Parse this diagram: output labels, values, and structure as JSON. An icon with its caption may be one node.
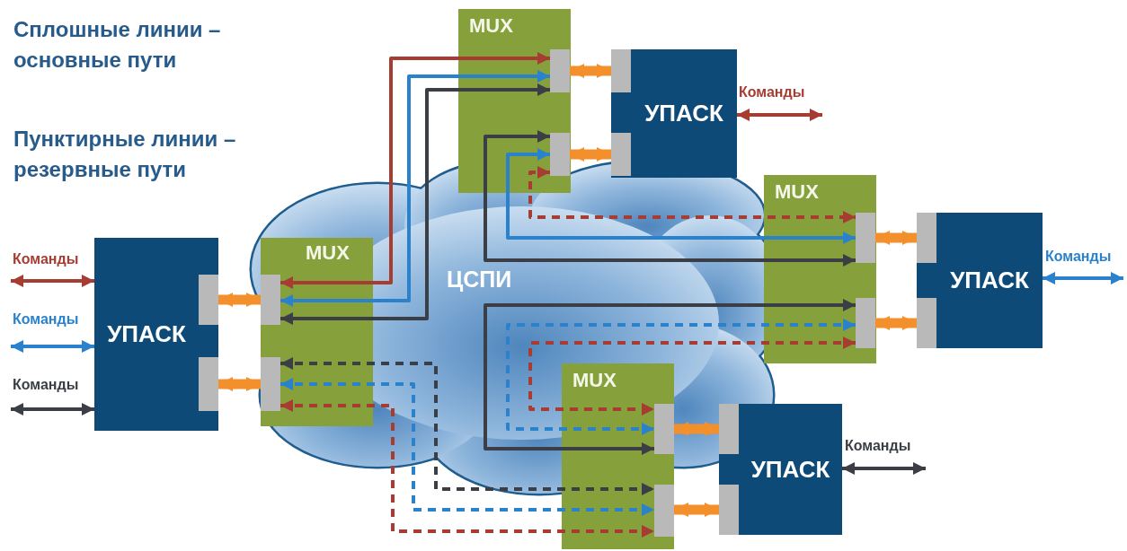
{
  "diagram": {
    "nodes": [
      {
        "text": [
          "MUX"
        ]
      },
      {
        "text": [],
        "shape": "box",
        "in": 0
      },
      {
        "text": [],
        "shape": "box",
        "in": 0
      },
      {
        "text": [
          "УПАСК"
        ]
      },
      {
        "text": [],
        "shape": "box",
        "in": 3
      },
      {
        "text": [],
        "shape": "box",
        "in": 3
      },
      {
        "text": [
          "MUX"
        ]
      },
      {
        "text": [],
        "shape": "box",
        "in": 6
      },
      {
        "text": [],
        "shape": "box",
        "in": 6
      },
      {
        "text": [
          "УПАСК"
        ]
      },
      {
        "text": [],
        "shape": "box",
        "in": 9
      },
      {
        "text": [],
        "shape": "box",
        "in": 9
      },
      {
        "text": [
          "УПАСК"
        ]
      },
      {
        "text": [],
        "shape": "box",
        "in": 12
      },
      {
        "text": [],
        "shape": "box",
        "in": 12
      },
      {
        "text": [
          "MUX"
        ]
      },
      {
        "text": [],
        "shape": "box",
        "in": 15
      },
      {
        "text": [],
        "shape": "box",
        "in": 15
      },
      {
        "text": [
          "MUX"
        ]
      },
      {
        "text": [],
        "shape": "box",
        "in": 18
      },
      {
        "text": [],
        "shape": "box",
        "in": 18
      },
      {
        "text": [
          "УПАСК"
        ]
      },
      {
        "text": [],
        "shape": "box",
        "in": 21
      },
      {
        "text": [],
        "shape": "box",
        "in": 21
      }
    ],
    "edges": [
      {
        "from": 16,
        "to": 1,
        "arrow": "both",
        "color": "#a63c32"
      },
      {
        "from": 16,
        "to": 1,
        "arrow": "both",
        "color": "#2b82cc"
      },
      {
        "from": 16,
        "to": 1,
        "arrow": "both",
        "color": "#3b3f45"
      },
      {
        "from": 2,
        "to": 7,
        "arrow": "both",
        "color": "#3b3f45"
      },
      {
        "from": 2,
        "to": 7,
        "arrow": "both",
        "color": "#2b82cc"
      },
      {
        "from": 2,
        "to": 7,
        "arrow": "both",
        "style": "dashed",
        "color": "#a63c32"
      },
      {
        "from": 8,
        "to": 19,
        "arrow": "both",
        "color": "#3b3f45"
      },
      {
        "from": 8,
        "to": 19,
        "arrow": "both",
        "style": "dashed",
        "color": "#2b82cc"
      },
      {
        "from": 8,
        "to": 19,
        "arrow": "both",
        "style": "dashed",
        "color": "#a63c32"
      },
      {
        "from": 17,
        "to": 20,
        "arrow": "both",
        "style": "dashed",
        "color": "#3b3f45"
      },
      {
        "from": 17,
        "to": 20,
        "arrow": "both",
        "style": "dashed",
        "color": "#2b82cc"
      },
      {
        "from": 17,
        "to": 20,
        "arrow": "both",
        "style": "dashed",
        "color": "#a63c32"
      },
      {
        "from": 1,
        "to": 4,
        "arrow": "both",
        "style": "thick",
        "color": "#f3902c"
      },
      {
        "from": 2,
        "to": 5,
        "arrow": "both",
        "style": "thick",
        "color": "#f3902c"
      },
      {
        "from": 7,
        "to": 10,
        "arrow": "both",
        "style": "thick",
        "color": "#f3902c"
      },
      {
        "from": 8,
        "to": 11,
        "arrow": "both",
        "style": "thick",
        "color": "#f3902c"
      },
      {
        "from": 13,
        "to": 16,
        "arrow": "both",
        "style": "thick",
        "color": "#f3902c"
      },
      {
        "from": 14,
        "to": 17,
        "arrow": "both",
        "style": "thick",
        "color": "#f3902c"
      },
      {
        "from": 19,
        "to": 22,
        "arrow": "both",
        "style": "thick",
        "color": "#f3902c"
      },
      {
        "from": 20,
        "to": 23,
        "arrow": "both",
        "style": "thick",
        "color": "#f3902c"
      },
      {
        "from": 12,
        "to": null,
        "arrow": "both",
        "label": "Команды",
        "color": "#a63c32"
      },
      {
        "from": 12,
        "to": null,
        "arrow": "both",
        "label": "Команды",
        "color": "#2b82cc"
      },
      {
        "from": 12,
        "to": null,
        "arrow": "both",
        "label": "Команды",
        "color": "#3b3f45"
      },
      {
        "from": 3,
        "to": null,
        "arrow": "both",
        "label": "Команды",
        "color": "#a63c32"
      },
      {
        "from": 9,
        "to": null,
        "arrow": "both",
        "label": "Команды",
        "color": "#2b82cc"
      },
      {
        "from": 21,
        "to": null,
        "arrow": "both",
        "label": "Команды",
        "color": "#3b3f45"
      }
    ],
    "labels": [
      "Сплошные линии – основные пути",
      "Пунктирные линии – резервные пути",
      "ЦСПИ"
    ]
  }
}
